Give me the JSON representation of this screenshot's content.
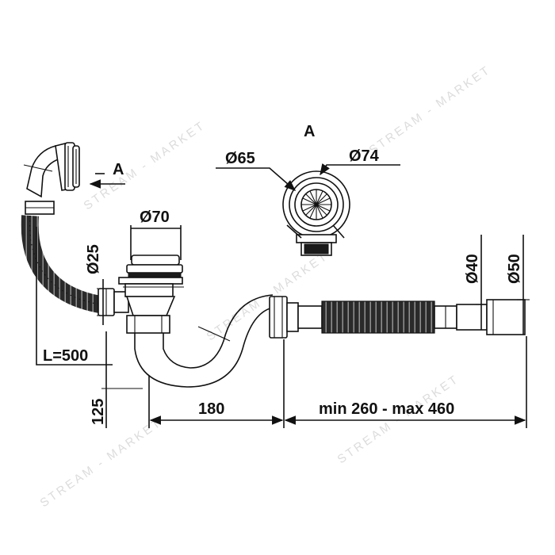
{
  "view_label": "A",
  "arrow_label": "A",
  "dimensions": {
    "d65": "Ø65",
    "d74": "Ø74",
    "d70": "Ø70",
    "d25": "Ø25",
    "d40": "Ø40",
    "d50": "Ø50",
    "hose_length": "L=500",
    "height": "125",
    "width": "180",
    "range": "min 260 - max 460"
  },
  "watermark": {
    "text": "STREAM - MARKET"
  },
  "colors": {
    "line": "#111111",
    "watermark": "#dcdcdc"
  }
}
